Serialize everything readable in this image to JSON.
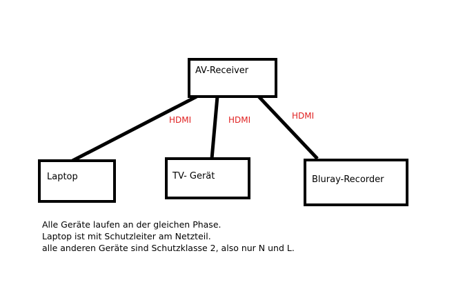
{
  "nodes": {
    "receiver": "AV-Receiver",
    "laptop": "Laptop",
    "tv": "TV- Gerät",
    "bluray": "Bluray-Recorder"
  },
  "edges": {
    "laptop": "HDMI",
    "tv": "HDMI",
    "bluray": "HDMI"
  },
  "colors": {
    "line": "#000000",
    "edge_label": "#e02020"
  },
  "notes": [
    "Alle Geräte laufen an der gleichen Phase.",
    "Laptop ist mit Schutzleiter am Netzteil.",
    "alle anderen Geräte sind Schutzklasse 2, also nur N und L."
  ]
}
